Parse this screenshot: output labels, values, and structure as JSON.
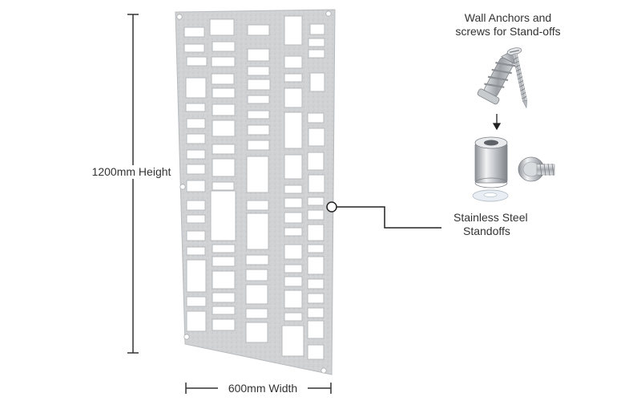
{
  "dimensions": {
    "height_label": "1200mm Height",
    "width_label": "600mm Width"
  },
  "hardware": {
    "anchors_label_line1": "Wall Anchors and",
    "anchors_label_line2": "screws for Stand-offs",
    "standoffs_label_line1": "Stainless Steel",
    "standoffs_label_line2": "Standoffs"
  },
  "colors": {
    "panel": "#cfd1d3",
    "panel_edge": "#b7babd",
    "dimension_line": "#333333",
    "leader_line": "#222222",
    "steel": "#c9ccd0",
    "zinc": "#b9bcc0"
  }
}
